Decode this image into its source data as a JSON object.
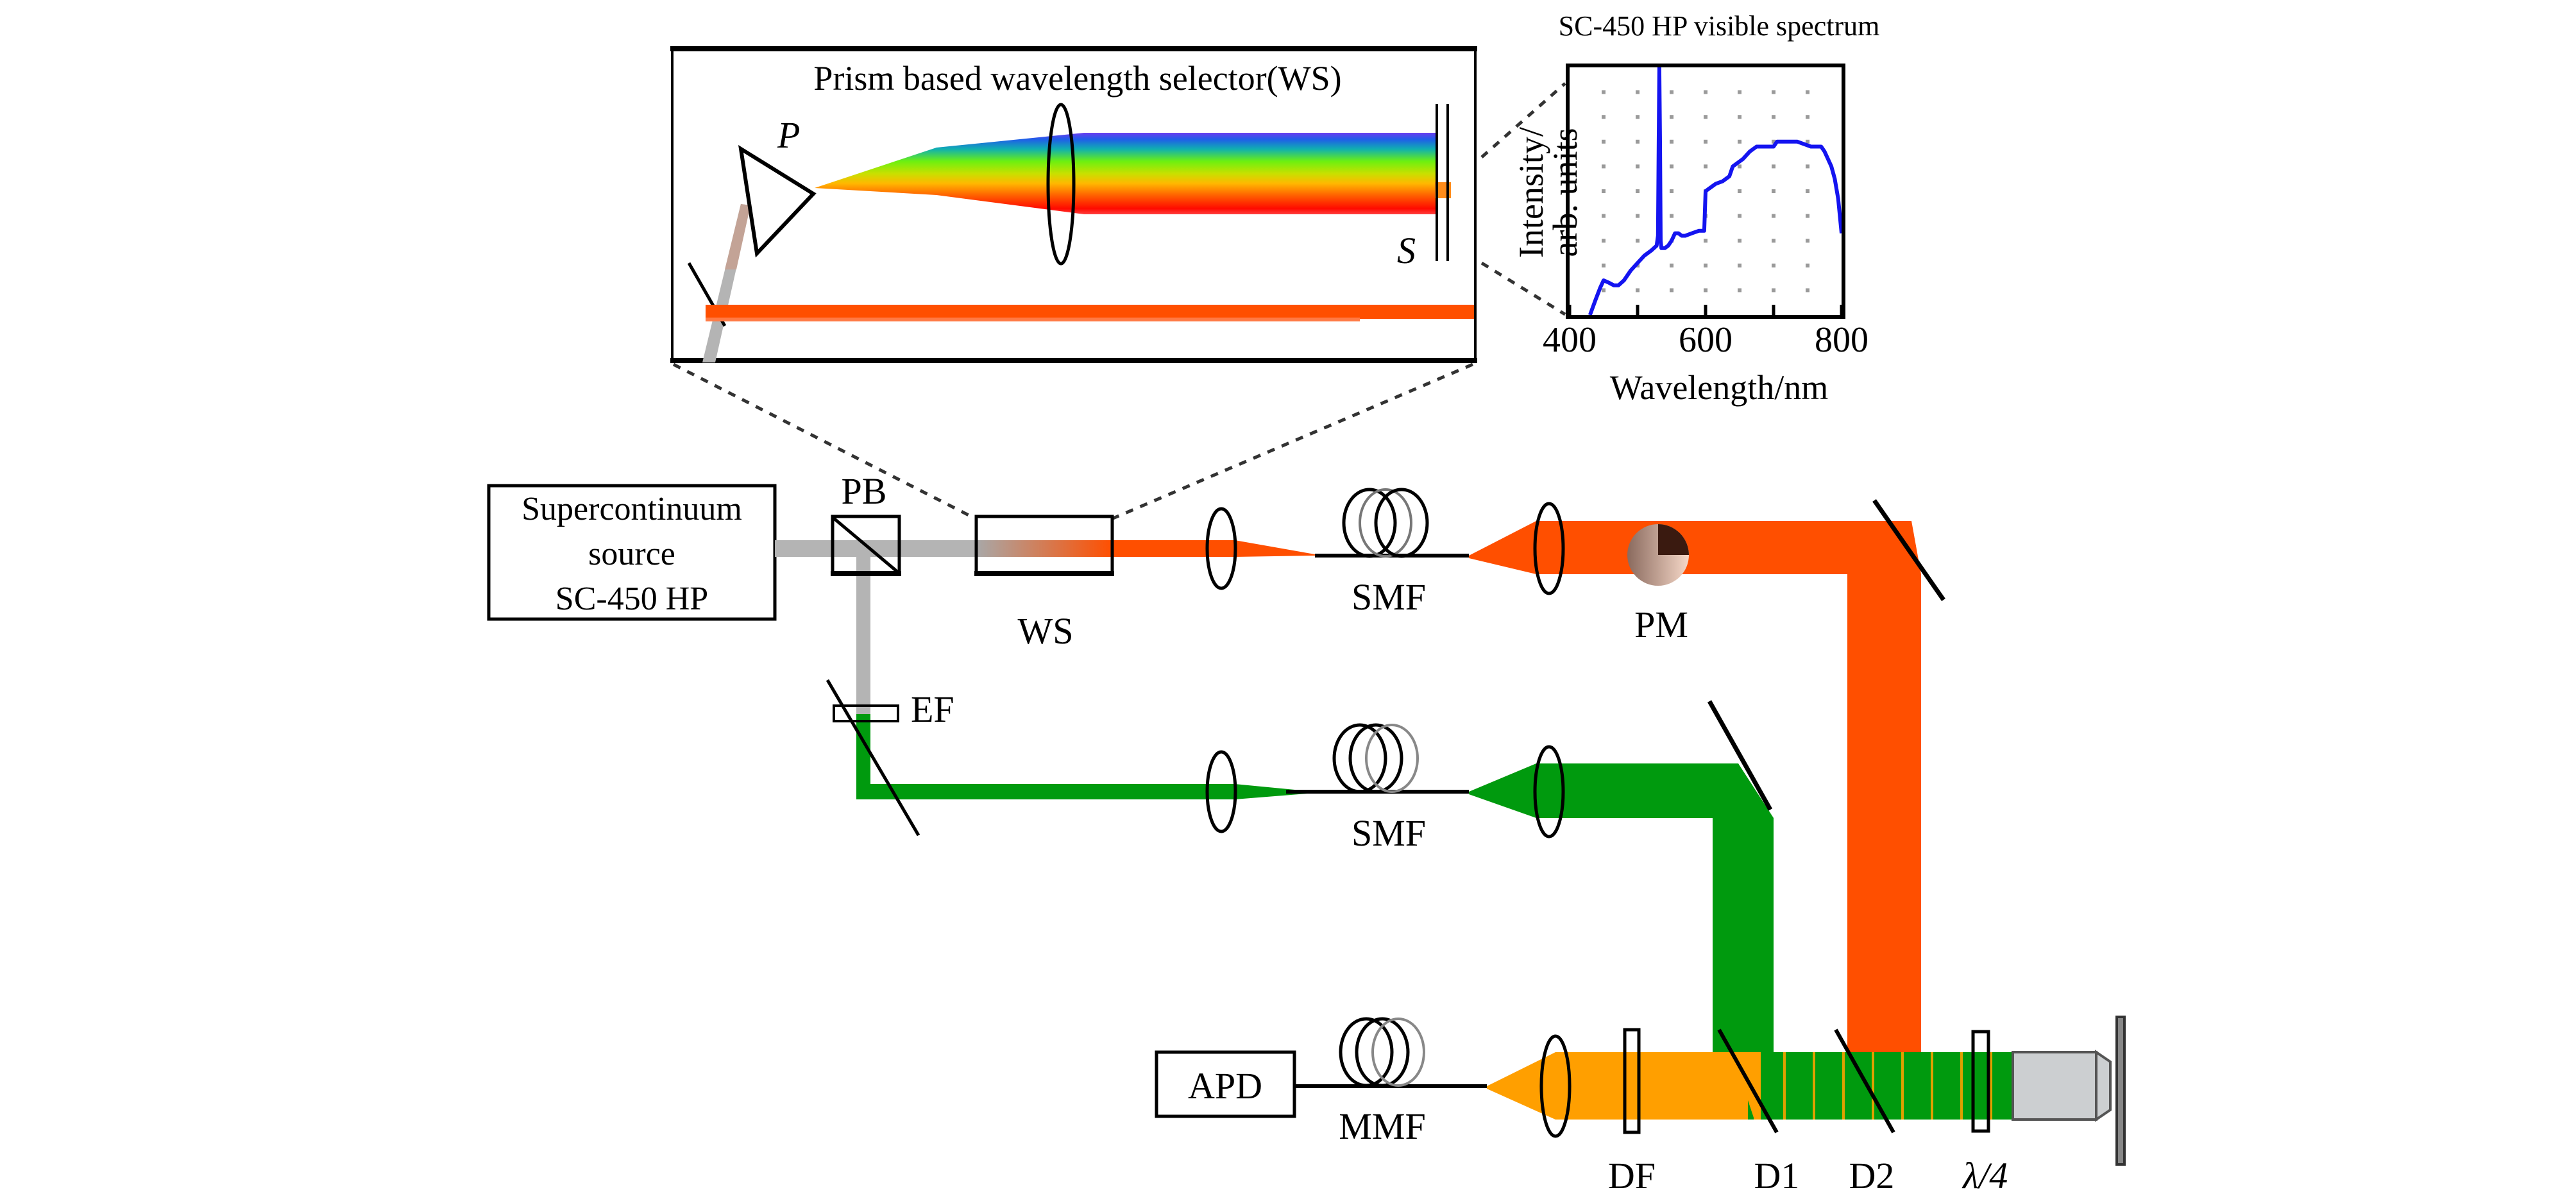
{
  "diagram": {
    "inset": {
      "title": "Prism based wavelength selector(WS)",
      "prism_label": "P",
      "slit_label": "S"
    },
    "components": {
      "source_line1": "Supercontinuum",
      "source_line2": "source",
      "source_line3": "SC-450 HP",
      "pb": "PB",
      "ws": "WS",
      "ef": "EF",
      "smf_top": "SMF",
      "smf_mid": "SMF",
      "pm": "PM",
      "apd": "APD",
      "mmf": "MMF",
      "df": "DF",
      "d1": "D1",
      "d2": "D2",
      "qwp": "λ/4"
    },
    "colors": {
      "red_beam": "#ff4f00",
      "green_beam": "#009a0e",
      "orange_beam": "#ff9f00",
      "white_beam": "#b4b4b4",
      "spectrum_line": "#1414f0",
      "objective": "#cccfd1"
    }
  },
  "chart_data": {
    "type": "line",
    "title": "SC-450 HP visible spectrum",
    "xlabel": "Wavelength/nm",
    "ylabel_line1": "Intensity/",
    "ylabel_line2": "arb. units",
    "xlim": [
      400,
      800
    ],
    "ylim": [
      0,
      1
    ],
    "x_ticks": [
      400,
      500,
      600,
      700,
      800
    ],
    "x_tick_labels": [
      "400",
      "600",
      "800"
    ],
    "x_tick_label_values": [
      400,
      600,
      800
    ],
    "grid": "dotted",
    "legend": "none",
    "series": [
      {
        "name": "SC-450 HP",
        "x": [
          430,
          438,
          445,
          450,
          458,
          465,
          472,
          480,
          490,
          500,
          510,
          520,
          528,
          530,
          531,
          532,
          533,
          534,
          535,
          540,
          545,
          550,
          555,
          560,
          565,
          570,
          580,
          590,
          598,
          600,
          605,
          615,
          625,
          635,
          640,
          645,
          655,
          665,
          675,
          680,
          690,
          700,
          705,
          715,
          725,
          735,
          745,
          755,
          765,
          770,
          775,
          780,
          785,
          790,
          795,
          800
        ],
        "y": [
          0.0,
          0.06,
          0.11,
          0.14,
          0.13,
          0.12,
          0.12,
          0.14,
          0.18,
          0.21,
          0.24,
          0.26,
          0.28,
          0.32,
          0.7,
          1.0,
          0.7,
          0.3,
          0.27,
          0.27,
          0.28,
          0.3,
          0.33,
          0.33,
          0.32,
          0.32,
          0.33,
          0.34,
          0.34,
          0.5,
          0.51,
          0.53,
          0.54,
          0.56,
          0.6,
          0.61,
          0.63,
          0.66,
          0.68,
          0.68,
          0.68,
          0.68,
          0.7,
          0.7,
          0.7,
          0.7,
          0.69,
          0.68,
          0.68,
          0.68,
          0.66,
          0.63,
          0.6,
          0.55,
          0.47,
          0.33
        ]
      }
    ]
  }
}
